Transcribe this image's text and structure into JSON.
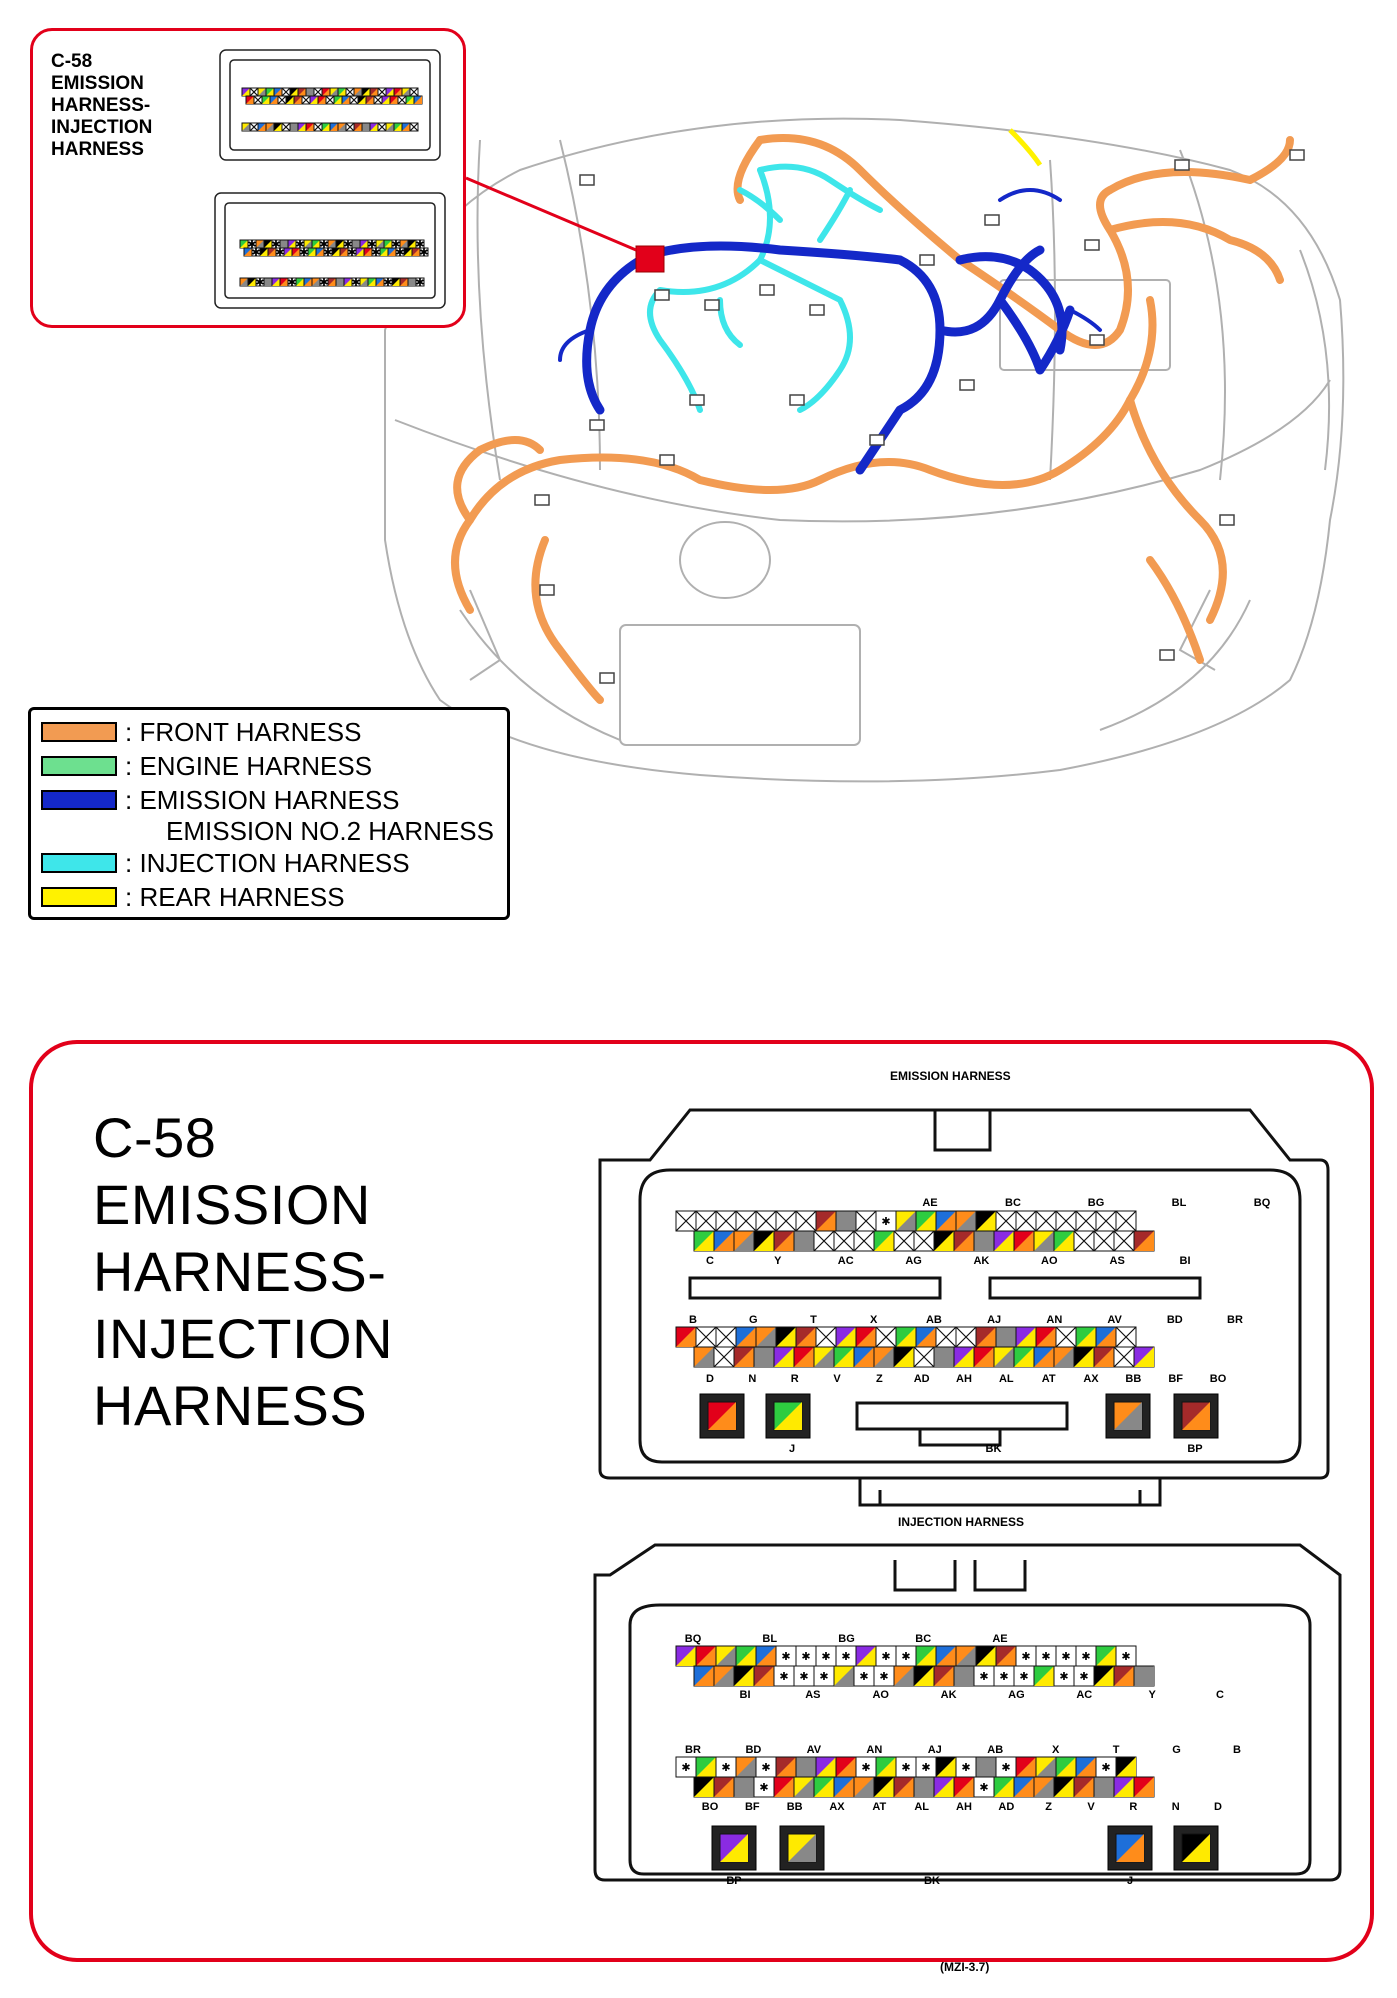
{
  "inset": {
    "title": "C-58\nEMISSION\nHARNESS-\nINJECTION\nHARNESS"
  },
  "legend": [
    {
      "color": "#f29b52",
      "label": ": FRONT HARNESS"
    },
    {
      "color": "#6de08f",
      "label": ": ENGINE HARNESS"
    },
    {
      "color": "#1428c8",
      "label": ": EMISSION HARNESS"
    },
    {
      "color": "#3ee6ea",
      "label": ": INJECTION HARNESS"
    },
    {
      "color": "#fff200",
      "label": ": REAR HARNESS"
    }
  ],
  "legend_sub": "EMISSION NO.2 HARNESS",
  "detail": {
    "title": "C-58\nEMISSION\nHARNESS-\nINJECTION\nHARNESS",
    "top_label": "EMISSION HARNESS",
    "bottom_label": "INJECTION HARNESS",
    "figure_code": "(MZI-3.7)"
  },
  "emission": {
    "row1_top": [
      "AE",
      "BC",
      "BG",
      "BL",
      "BQ"
    ],
    "row2_bottom": [
      "C",
      "Y",
      "AC",
      "AG",
      "AK",
      "AO",
      "AS",
      "BI"
    ],
    "row3_top": [
      "B",
      "G",
      "T",
      "X",
      "AB",
      "AJ",
      "AN",
      "AV",
      "BD",
      "BR"
    ],
    "row4_bottom": [
      "D",
      "N",
      "R",
      "V",
      "Z",
      "AD",
      "AH",
      "AL",
      "AT",
      "AX",
      "BB",
      "BF",
      "BO"
    ],
    "big_pins": [
      "J",
      "BK",
      "BP"
    ]
  },
  "injection": {
    "row1_top": [
      "BQ",
      "BL",
      "BG",
      "BC",
      "AE"
    ],
    "row2_bottom": [
      "BI",
      "AS",
      "AO",
      "AK",
      "AG",
      "AC",
      "Y",
      "C"
    ],
    "row3_top": [
      "BR",
      "BD",
      "AV",
      "AN",
      "AJ",
      "AB",
      "X",
      "T",
      "G",
      "B"
    ],
    "row4_bottom": [
      "BO",
      "BF",
      "BB",
      "AX",
      "AT",
      "AL",
      "AH",
      "AD",
      "Z",
      "V",
      "R",
      "N",
      "D"
    ],
    "big_pins": [
      "BP",
      "BK",
      "J"
    ]
  },
  "wire_colors": {
    "front": "#f29b52",
    "emission": "#1428c8",
    "injection": "#3ee6ea",
    "rear": "#fff200",
    "connector": "#e2001a"
  }
}
